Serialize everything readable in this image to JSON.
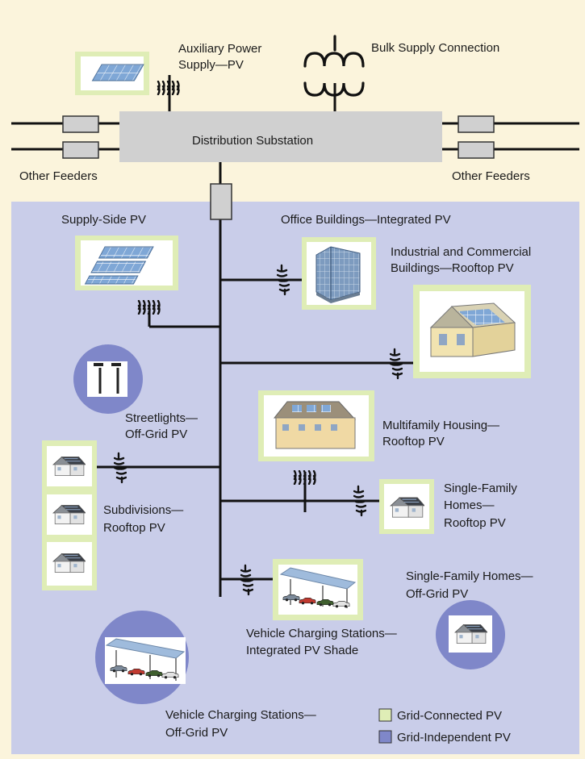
{
  "colors": {
    "background_top": "#fbf4dc",
    "grid_area": "#c9cde9",
    "grid_connected": "#dfedb6",
    "grid_independent": "#7f87c9",
    "substation": "#d0d0d0",
    "line": "#111111"
  },
  "labels": {
    "auxiliary_l1": "Auxiliary Power",
    "auxiliary_l2": "Supply—PV",
    "bulk_supply": "Bulk Supply Connection",
    "substation": "Distribution Substation",
    "other_feeders_left": "Other Feeders",
    "other_feeders_right": "Other Feeders",
    "supply_side": "Supply-Side PV",
    "office": "Office Buildings—Integrated PV",
    "industrial_l1": "Industrial and Commercial",
    "industrial_l2": "Buildings—Rooftop PV",
    "streetlights_l1": "Streetlights—",
    "streetlights_l2": "Off-Grid PV",
    "multifamily_l1": "Multifamily Housing—",
    "multifamily_l2": "Rooftop PV",
    "subdivisions_l1": "Subdivisions—",
    "subdivisions_l2": "Rooftop PV",
    "single_family_l1": "Single-Family",
    "single_family_l2": "Homes—",
    "single_family_l3": "Rooftop PV",
    "sf_offgrid_l1": "Single-Family Homes—",
    "sf_offgrid_l2": "Off-Grid PV",
    "vcs_integrated_l1": "Vehicle Charging Stations—",
    "vcs_integrated_l2": "Integrated PV Shade",
    "vcs_offgrid_l1": "Vehicle Charging Stations—",
    "vcs_offgrid_l2": "Off-Grid PV"
  },
  "legend": {
    "grid_connected": "Grid-Connected PV",
    "grid_independent": "Grid-Independent PV"
  },
  "icons": [
    "solar-panel-icon",
    "transformer-icon",
    "office-building-icon",
    "commercial-building-icon",
    "streetlight-icon",
    "house-icon",
    "carport-icon"
  ]
}
